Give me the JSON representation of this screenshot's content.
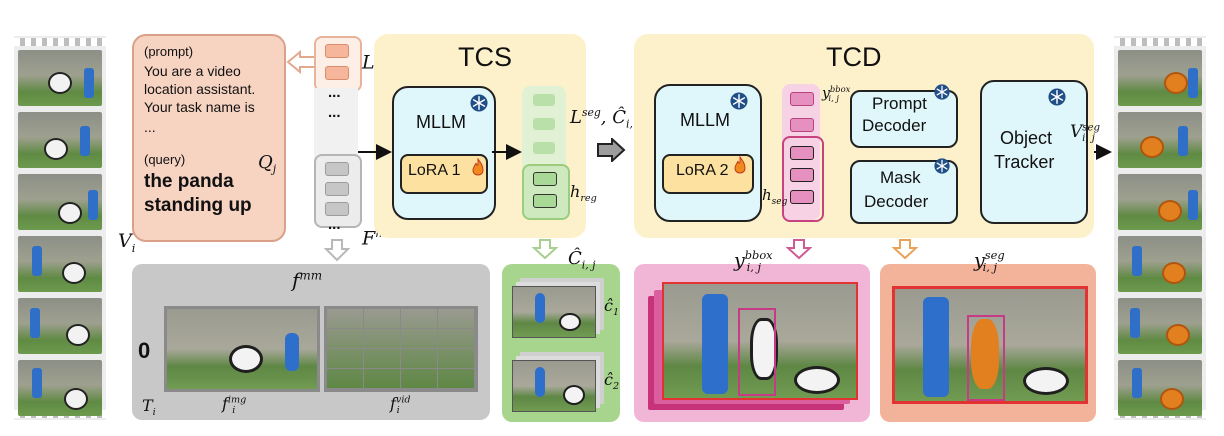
{
  "prompt_box": {
    "prompt_tag": "(prompt)",
    "prompt_lines": [
      "You are a video",
      "location assistant.",
      "Your task name is",
      "..."
    ],
    "query_tag": "(query)",
    "query_lines": [
      "the panda",
      "standing up"
    ]
  },
  "tcs": {
    "title": "TCS",
    "mllm_label": "MLLM",
    "lora_label": "LoRA 1"
  },
  "tcd": {
    "title": "TCD",
    "mllm_label": "MLLM",
    "lora_label": "LoRA 2",
    "prompt_decoder_lines": [
      "Prompt",
      "Decoder"
    ],
    "mask_decoder_lines": [
      "Mask",
      "Decoder"
    ],
    "object_tracker_lines": [
      "Object",
      "Tracker"
    ]
  },
  "token_dots": [
    "...",
    "...",
    "..."
  ],
  "mm_panel": {
    "zero_label": "0"
  },
  "colors": {
    "prompt_box": "#f7d3c2",
    "tcs_bg": "#fdf1cc",
    "tcd_bg": "#fdf1cc",
    "module_fill": "#dff6fb",
    "lora_fill": "#fce1a0",
    "mm_panel": "#c8c8c8",
    "select_panel": "#a8d58e",
    "bbox_panel": "#f1b6d5",
    "seg_panel": "#f2b39a",
    "token_orange": "#f5b69c",
    "token_green": "#b9e0a8",
    "token_pink": "#e690bf"
  },
  "icons": [
    "snowflake-icon",
    "flame-icon",
    "arrow-down-icon",
    "arrow-left-icon",
    "arrow-right-icon"
  ]
}
